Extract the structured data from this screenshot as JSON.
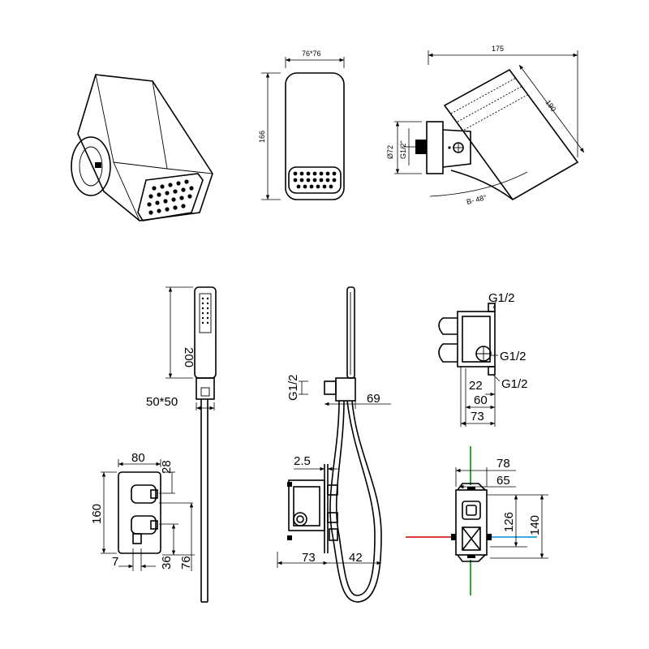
{
  "top_views": {
    "front_width": "76*76",
    "front_height": "166",
    "side_length": "175",
    "side_diag": "190",
    "side_diameter": "Ø72",
    "side_thread": "G1/2\"",
    "side_angle": "B- 48°"
  },
  "hand_shower": {
    "length": "200",
    "bracket": "50*50"
  },
  "plate": {
    "width": "80",
    "top_offset": "28",
    "height": "160",
    "knob_offset": "7",
    "spacing_36": "36",
    "spacing_76": "76"
  },
  "side_section": {
    "thread": "G1/2",
    "outlet_depth": "69",
    "gap": "2.5",
    "body_depth": "73",
    "cover_depth": "42"
  },
  "valve_top": {
    "port_top": "G1/2",
    "port_mid": "G1/2",
    "port_bot": "G1/2",
    "d22": "22",
    "d60": "60",
    "d73": "73"
  },
  "valve_front": {
    "w78": "78",
    "w65": "65",
    "h126": "126",
    "h140": "140"
  },
  "colors": {
    "hot": "#d42020",
    "cold": "#1aa0d8",
    "axis": "#1aa01a"
  }
}
